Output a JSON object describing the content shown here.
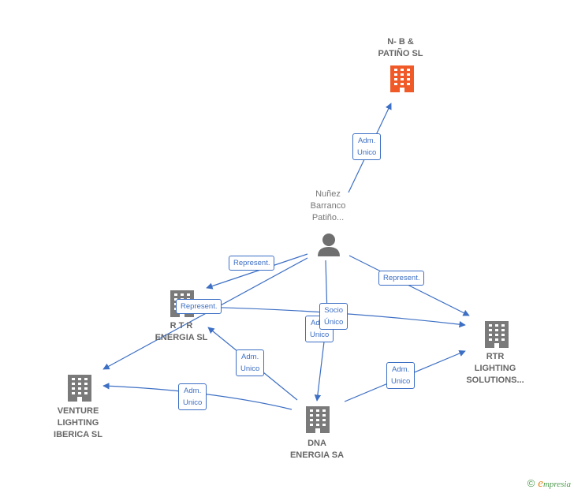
{
  "colors": {
    "edge": "#3d6fc4",
    "building": "#7a7a7a",
    "building_accent": "#f05a28",
    "person": "#6f6f6f"
  },
  "nodes": [
    {
      "id": "nbpatino",
      "label_lines": [
        "N- B &",
        "PATIÑO  SL"
      ],
      "icon": "building-icon",
      "accent": true
    },
    {
      "id": "person",
      "label_lines": [
        "Nuñez",
        "Barranco",
        "Patiño..."
      ],
      "icon": "person-icon"
    },
    {
      "id": "rtr_energia",
      "label_lines": [
        "R T R",
        "ENERGIA SL"
      ],
      "icon": "building-icon"
    },
    {
      "id": "rtr_lighting",
      "label_lines": [
        "RTR",
        "LIGHTING",
        "SOLUTIONS..."
      ],
      "icon": "building-icon"
    },
    {
      "id": "venture",
      "label_lines": [
        "VENTURE",
        "LIGHTING",
        "IBERICA SL"
      ],
      "icon": "building-icon"
    },
    {
      "id": "dna",
      "label_lines": [
        "DNA",
        "ENERGIA SA"
      ],
      "icon": "building-icon"
    }
  ],
  "edges": [
    {
      "id": "e1",
      "lines": [
        "Adm.",
        "Unico"
      ]
    },
    {
      "id": "e2",
      "lines": [
        "Represent."
      ]
    },
    {
      "id": "e3",
      "lines": [
        "Represent."
      ]
    },
    {
      "id": "e4",
      "lines": [
        "Represent."
      ]
    },
    {
      "id": "e5",
      "lines": [
        "Adm.",
        "Unico"
      ]
    },
    {
      "id": "e6",
      "lines": [
        "Socio",
        "Único"
      ]
    },
    {
      "id": "e7",
      "lines": [
        "Adm.",
        "Unico"
      ]
    },
    {
      "id": "e8",
      "lines": [
        "Adm.",
        "Unico"
      ]
    },
    {
      "id": "e9",
      "lines": [
        "Adm.",
        "Unico"
      ]
    }
  ],
  "footer": {
    "copyright": "©",
    "brand_initial": "e",
    "brand_rest": "mpresia"
  }
}
